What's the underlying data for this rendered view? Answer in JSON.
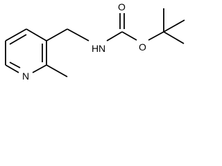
{
  "molecule": {
    "atoms": {
      "pyridine_nitrogen": "N",
      "amide_nitrogen_h": "H",
      "amide_nitrogen": "N",
      "carbonyl_oxygen": "O",
      "ester_oxygen": "O"
    }
  },
  "colors": {
    "bond": "#000000",
    "label": "#000000",
    "background": "#ffffff"
  }
}
